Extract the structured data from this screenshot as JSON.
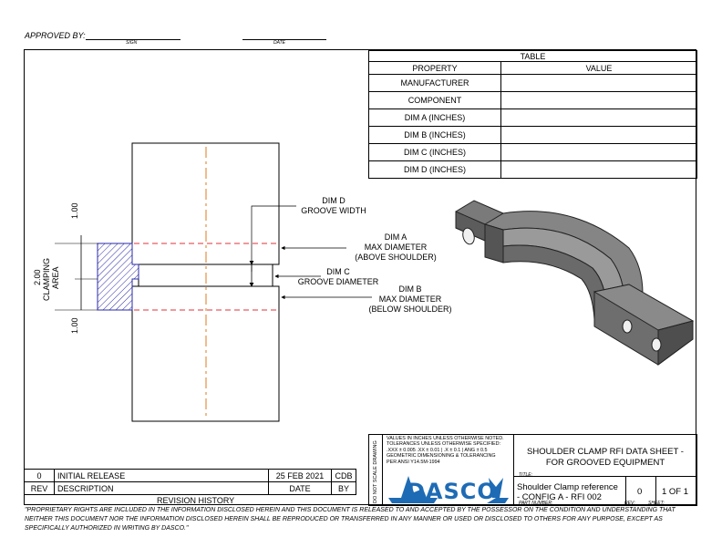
{
  "header": {
    "approved_by": "APPROVED BY:",
    "sign_label": "SIGN",
    "date_label": "DATE"
  },
  "table": {
    "title": "TABLE",
    "col_property": "PROPERTY",
    "col_value": "VALUE",
    "rows": [
      {
        "property": "MANUFACTURER",
        "value": ""
      },
      {
        "property": "COMPONENT",
        "value": ""
      },
      {
        "property": "DIM A (INCHES)",
        "value": ""
      },
      {
        "property": "DIM B (INCHES)",
        "value": ""
      },
      {
        "property": "DIM C (INCHES)",
        "value": ""
      },
      {
        "property": "DIM D (INCHES)",
        "value": ""
      }
    ]
  },
  "drawing": {
    "dim_d_1": "DIM D",
    "dim_d_2": "GROOVE WIDTH",
    "dim_a_1": "DIM A",
    "dim_a_2": "MAX DIAMETER",
    "dim_a_3": "(ABOVE SHOULDER)",
    "dim_c_1": "DIM C",
    "dim_c_2": "GROOVE DIAMETER",
    "dim_b_1": "DIM B",
    "dim_b_2": "MAX DIAMETER",
    "dim_b_3": "(BELOW SHOULDER)",
    "dim_upper": "1.00",
    "dim_lower": "1.00",
    "dim_total": "2.00",
    "clamping_1": "CLAMPING",
    "clamping_2": "AREA"
  },
  "revision": {
    "rows": [
      {
        "rev": "0",
        "description": "INITIAL RELEASE",
        "date": "25 FEB 2021",
        "by": "CDB"
      }
    ],
    "col_rev": "REV",
    "col_description": "DESCRIPTION",
    "col_date": "DATE",
    "col_by": "BY",
    "caption": "REVISION HISTORY"
  },
  "title_block": {
    "do_not_scale": "DO NOT SCALE DRAWING",
    "tolerance_lines": [
      "VALUES IN INCHES UNLESS OTHERWISE NOTED.",
      "TOLERANCES UNLESS OTHERWISE SPECIFIED:",
      ".XXX ± 0.005  .XX ± 0.01 | .X ± 0.1 | ANG ± 0.5",
      "GEOMETRIC DIMENSIONING & TOLERANCING",
      "PER ANSI Y14.5M-1994"
    ],
    "logo": "DASCO",
    "sheet_title_1": "SHOULDER CLAMP RFI DATA SHEET -",
    "sheet_title_2": "FOR GROOVED EQUIPMENT",
    "title_label": "TITLE:",
    "part_1": "Shoulder Clamp reference",
    "part_2": "- CONFIG A - RFI 002",
    "part_label": "PART NUMBER:",
    "rev_value": "0",
    "rev_label": "REV:",
    "sheet_value": "1 OF 1",
    "sheet_label": "SHEET:"
  },
  "proprietary": "\"PROPRIETARY RIGHTS ARE INCLUDED IN THE INFORMATION DISCLOSED HEREIN AND THIS DOCUMENT IS RELEASED TO AND ACCEPTED BY THE POSSESSOR ON THE CONDITION AND UNDERSTANDING THAT NEITHER THIS DOCUMENT NOR THE INFORMATION DISCLOSED HEREIN SHALL BE REPRODUCED OR TRANSFERRED IN ANY MANNER OR USED OR DISCLOSED TO OTHERS FOR ANY PURPOSE, EXCEPT AS SPECIFICALLY AUTHORIZED IN WRITING BY DASCO.\"",
  "colors": {
    "ink": "#000000",
    "centerline": "#e07a1a",
    "dashline": "#e0303a",
    "hatch": "#2a2aa8",
    "logo_blue": "#1e6bb5",
    "model_gray": "#6e6e6e"
  }
}
